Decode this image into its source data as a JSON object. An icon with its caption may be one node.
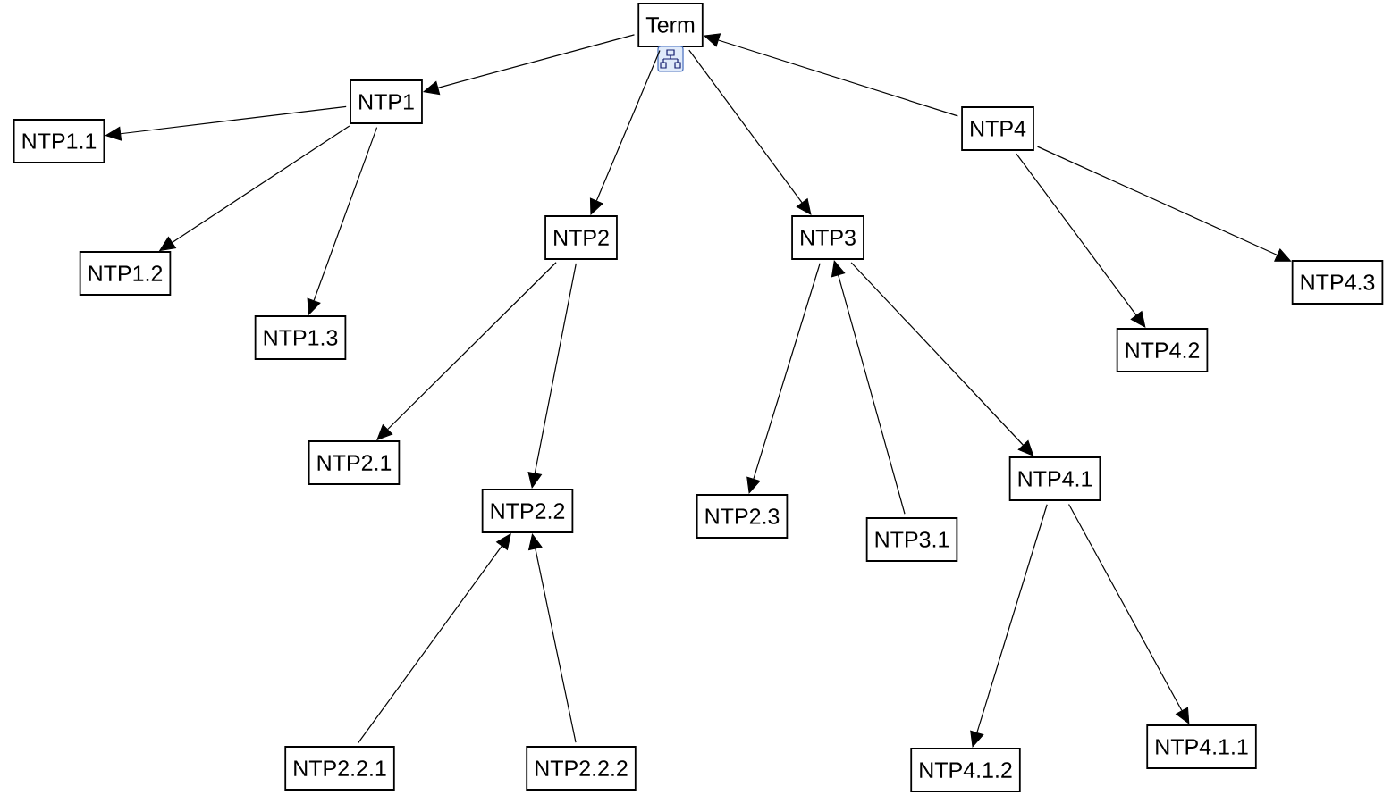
{
  "diagram": {
    "nodes": [
      {
        "text": [
          "Term"
        ]
      },
      {
        "text": [
          "NTP1"
        ]
      },
      {
        "text": [
          "NTP1.1"
        ]
      },
      {
        "text": [
          "NTP1.2"
        ]
      },
      {
        "text": [
          "NTP1.3"
        ]
      },
      {
        "text": [
          "NTP2"
        ]
      },
      {
        "text": [
          "NTP2.1"
        ]
      },
      {
        "text": [
          "NTP2.2"
        ]
      },
      {
        "text": [
          "NTP2.2.1"
        ]
      },
      {
        "text": [
          "NTP2.2.2"
        ]
      },
      {
        "text": [
          "NTP3"
        ]
      },
      {
        "text": [
          "NTP2.3"
        ]
      },
      {
        "text": [
          "NTP3.1"
        ]
      },
      {
        "text": [
          "NTP4.1"
        ]
      },
      {
        "text": [
          "NTP4.1.2"
        ]
      },
      {
        "text": [
          "NTP4.1.1"
        ]
      },
      {
        "text": [
          "NTP4"
        ]
      },
      {
        "text": [
          "NTP4.2"
        ]
      },
      {
        "text": [
          "NTP4.3"
        ]
      }
    ],
    "edges": [
      {
        "from": 0,
        "to": 1,
        "arrow": "to"
      },
      {
        "from": 1,
        "to": 2,
        "arrow": "to"
      },
      {
        "from": 1,
        "to": 3,
        "arrow": "to"
      },
      {
        "from": 1,
        "to": 4,
        "arrow": "to"
      },
      {
        "from": 0,
        "to": 5,
        "arrow": "to"
      },
      {
        "from": 5,
        "to": 6,
        "arrow": "to"
      },
      {
        "from": 5,
        "to": 7,
        "arrow": "to"
      },
      {
        "from": 8,
        "to": 7,
        "arrow": "to"
      },
      {
        "from": 9,
        "to": 7,
        "arrow": "to"
      },
      {
        "from": 0,
        "to": 10,
        "arrow": "to"
      },
      {
        "from": 10,
        "to": 11,
        "arrow": "to"
      },
      {
        "from": 12,
        "to": 10,
        "arrow": "to"
      },
      {
        "from": 10,
        "to": 13,
        "arrow": "to"
      },
      {
        "from": 13,
        "to": 14,
        "arrow": "to"
      },
      {
        "from": 13,
        "to": 15,
        "arrow": "to"
      },
      {
        "from": 16,
        "to": 0,
        "arrow": "to"
      },
      {
        "from": 16,
        "to": 17,
        "arrow": "to"
      },
      {
        "from": 16,
        "to": 18,
        "arrow": "to"
      }
    ]
  }
}
